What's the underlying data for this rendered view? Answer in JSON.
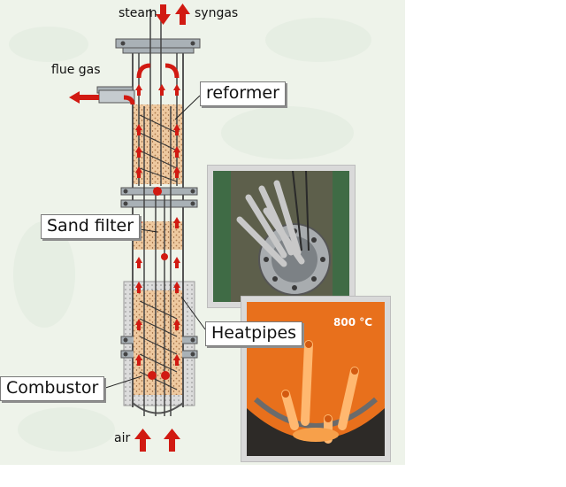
{
  "labels": {
    "steam": "steam",
    "syngas": "syngas",
    "flue_gas": "flue gas",
    "reformer": "reformer",
    "sand_filter": "Sand filter",
    "heatpipes": "Heatpipes",
    "combustor": "Combustor",
    "air": "air"
  },
  "photo_bottom": {
    "temperature": "800 °C"
  },
  "colors": {
    "arrow_red": "#d11a12",
    "sand": "#eec9a0",
    "steel": "#9aa5ad",
    "background": "#eef3ea",
    "furnace_orange": "#e8701c"
  },
  "icons": [
    "up-arrow-icon",
    "down-arrow-icon",
    "left-arrow-icon",
    "flange-icon"
  ]
}
